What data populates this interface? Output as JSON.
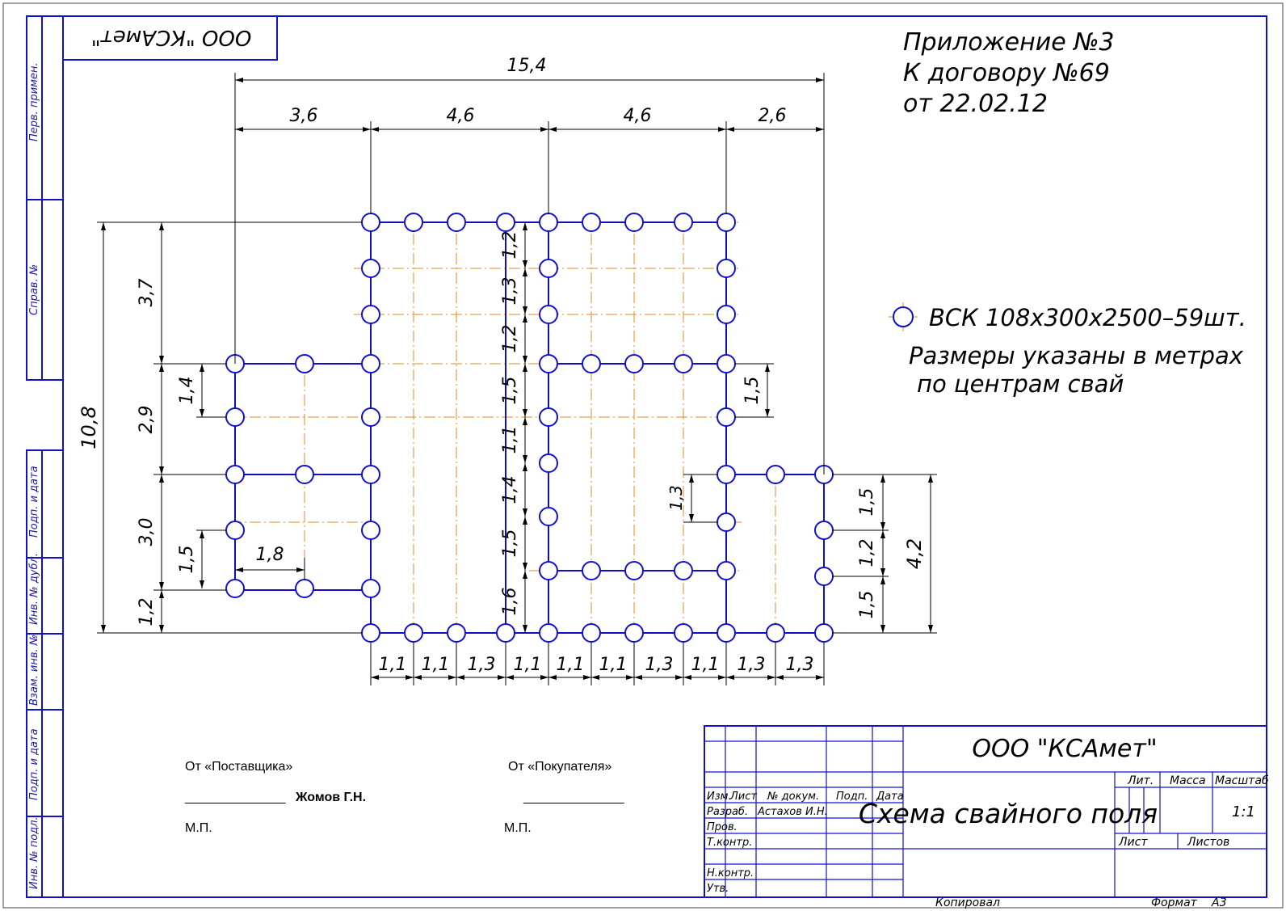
{
  "company_stamp": "ООО \"КСАмет\"",
  "annex": {
    "line1": "Приложение №3",
    "line2": "К договору №69",
    "line3": "от 22.02.12"
  },
  "legend": {
    "pile_spec": "ВСК 108х300х2500–59шт.",
    "note_line1": "Размеры указаны в метрах",
    "note_line2": "по центрам свай"
  },
  "side_labels": {
    "perv_primen": "Перв. примен.",
    "sprav_no": "Справ. №",
    "podp_data_1": "Подп. и дата",
    "inv_dubl": "Инв. № дубл.",
    "vzam_inv": "Взам. инв. №",
    "podp_data_2": "Подп. и дата",
    "inv_podl": "Инв. № подл."
  },
  "dimensions": {
    "overall_width": "15,4",
    "top_segments": [
      "3,6",
      "4,6",
      "4,6",
      "2,6"
    ],
    "overall_height": "10,8",
    "left_segments": [
      "3,7",
      "2,9",
      "3,0",
      "1,2"
    ],
    "left_inner": [
      "1,4",
      "1,5"
    ],
    "inner_horizontal": "1,8",
    "middle_column": [
      "1,2",
      "1,3",
      "1,2",
      "1,5",
      "1,1",
      "1,4",
      "1,5",
      "1,6"
    ],
    "right_wing_upper": "1,5",
    "right_wing_offset": "1,3",
    "right_segments": [
      "1,5",
      "1,2",
      "1,5"
    ],
    "right_overall": "4,2",
    "bottom_segments": [
      "1,1",
      "1,1",
      "1,3",
      "1,1",
      "1,1",
      "1,1",
      "1,3",
      "1,1",
      "1,3",
      "1,3"
    ]
  },
  "signatures": {
    "supplier_label": "От «Поставщика»",
    "supplier_line": "______________",
    "supplier_name": "Жомов Г.Н.",
    "supplier_mp": "М.П.",
    "buyer_label": "От «Покупателя»",
    "buyer_line": "______________",
    "buyer_mp": "М.П."
  },
  "title_block": {
    "company": "ООО \"КСАмет\"",
    "drawing_title": "Схема свайного поля",
    "col_izm": "Изм.",
    "col_list": "Лист",
    "col_doc": "№ докум.",
    "col_podp": "Подп.",
    "col_data": "Дата",
    "row_razrab": "Разраб.",
    "razrab_name": "Астахов И.Н.",
    "row_prov": "Пров.",
    "row_tkontr": "Т.контр.",
    "row_nkontr": "Н.контр.",
    "row_utv": "Утв.",
    "lit": "Лит.",
    "massa": "Масса",
    "masshtab": "Масштаб",
    "scale_value": "1:1",
    "sheet": "Лист",
    "sheets": "Листов",
    "kopiroval": "Копировал",
    "format_label": "Формат",
    "format_value": "А3"
  },
  "colors": {
    "frame": "#1010d0",
    "axis": "#e58a20",
    "beam": "#1010c0"
  }
}
